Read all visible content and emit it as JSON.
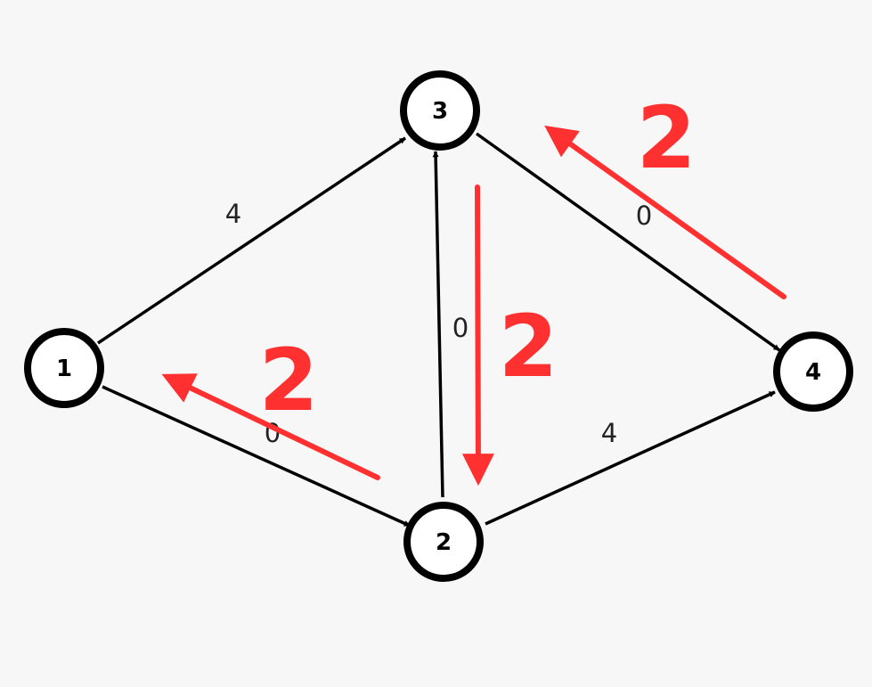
{
  "graph": {
    "nodes": [
      {
        "id": "n1",
        "label": "1"
      },
      {
        "id": "n2",
        "label": "2"
      },
      {
        "id": "n3",
        "label": "3"
      },
      {
        "id": "n4",
        "label": "4"
      }
    ],
    "edges": [
      {
        "id": "e13",
        "from": "1",
        "to": "3",
        "label": "4"
      },
      {
        "id": "e12",
        "from": "1",
        "to": "2",
        "label": "0"
      },
      {
        "id": "e23",
        "from": "2",
        "to": "3",
        "label": "0"
      },
      {
        "id": "e34",
        "from": "3",
        "to": "4",
        "label": "0"
      },
      {
        "id": "e24",
        "from": "2",
        "to": "4",
        "label": "4"
      }
    ]
  },
  "annotations": [
    {
      "id": "a34",
      "direction": "4 to 3",
      "label": "2"
    },
    {
      "id": "a32",
      "direction": "3 to 2",
      "label": "2"
    },
    {
      "id": "a21",
      "direction": "2 to 1",
      "label": "2"
    }
  ],
  "colors": {
    "background": "#f7f7f7",
    "edge": "#000000",
    "annotation": "#ff3030"
  }
}
